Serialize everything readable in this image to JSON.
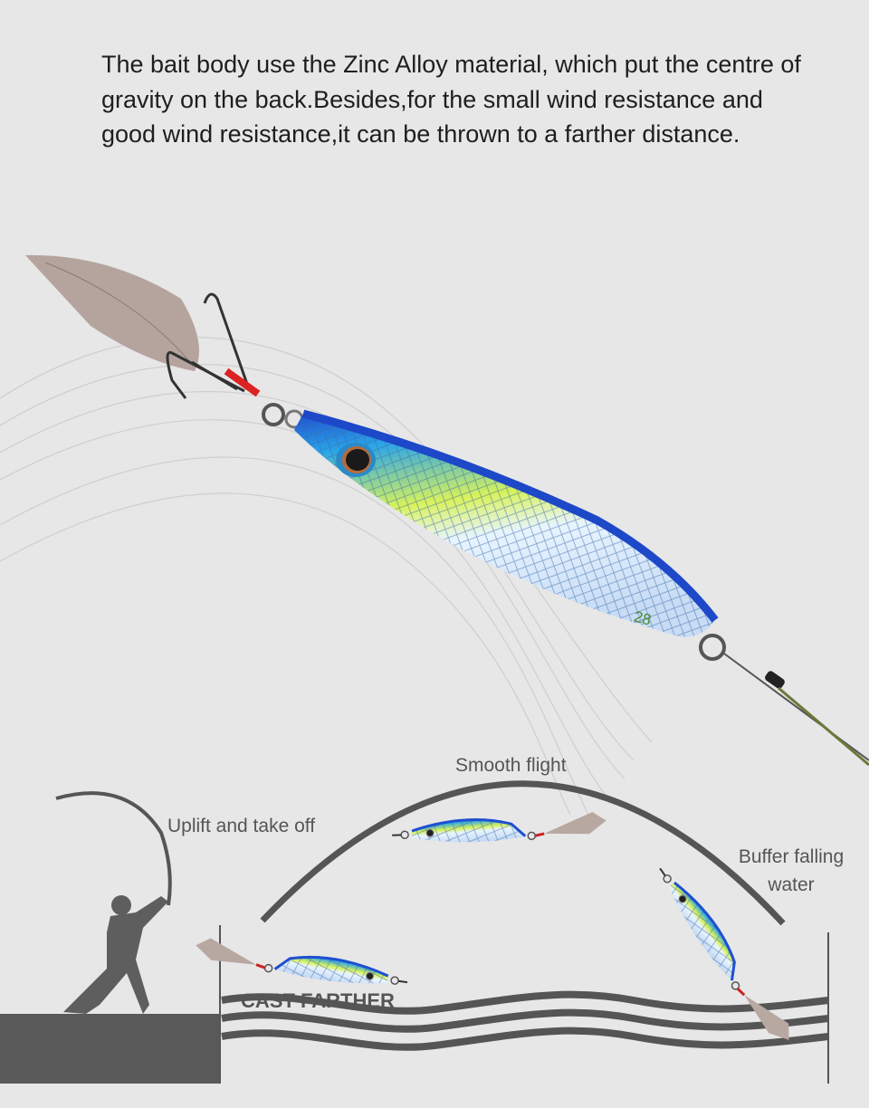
{
  "headline": "The bait body use the Zinc Alloy material, which put the centre of gravity on the back.Besides,for the small wind resistance and good wind resistance,it can be thrown to a farther distance.",
  "lure": {
    "weight_marking": "28"
  },
  "diagram": {
    "labels": {
      "smooth_flight": "Smooth flight",
      "uplift": "Uplift and take off",
      "buffer_line1": "Buffer falling",
      "buffer_line2": "water",
      "cast_farther": "CAST FARTHER"
    }
  },
  "colors": {
    "background": "#e7e7e7",
    "diagram_gray": "#595959",
    "lure_blue": "#1e56d6",
    "lure_yellow": "#d8f05a"
  }
}
